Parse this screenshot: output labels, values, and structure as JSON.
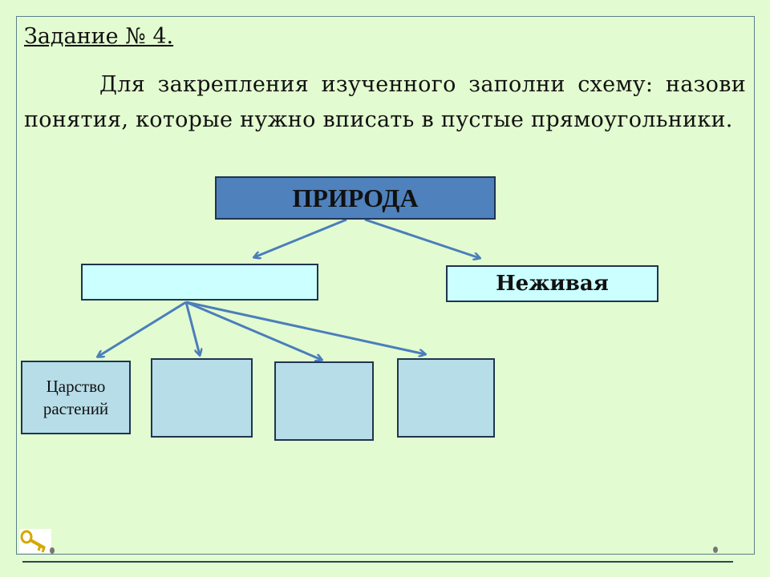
{
  "task": {
    "title": "Задание  №  4.",
    "instruction": "Для закрепления изученного заполни схему: назови понятия, которые нужно вписать в пустые прямоугольники."
  },
  "diagram": {
    "root": "ПРИРОДА",
    "level2": [
      "",
      "Неживая"
    ],
    "level3": [
      "Царство растений",
      "",
      "",
      ""
    ]
  },
  "colors": {
    "root_fill": "#4f81bd",
    "level2_fill": "#ccffff",
    "level3_fill": "#b7dde8",
    "arrow": "#4a7ebb",
    "background": "#e3fbd0"
  }
}
